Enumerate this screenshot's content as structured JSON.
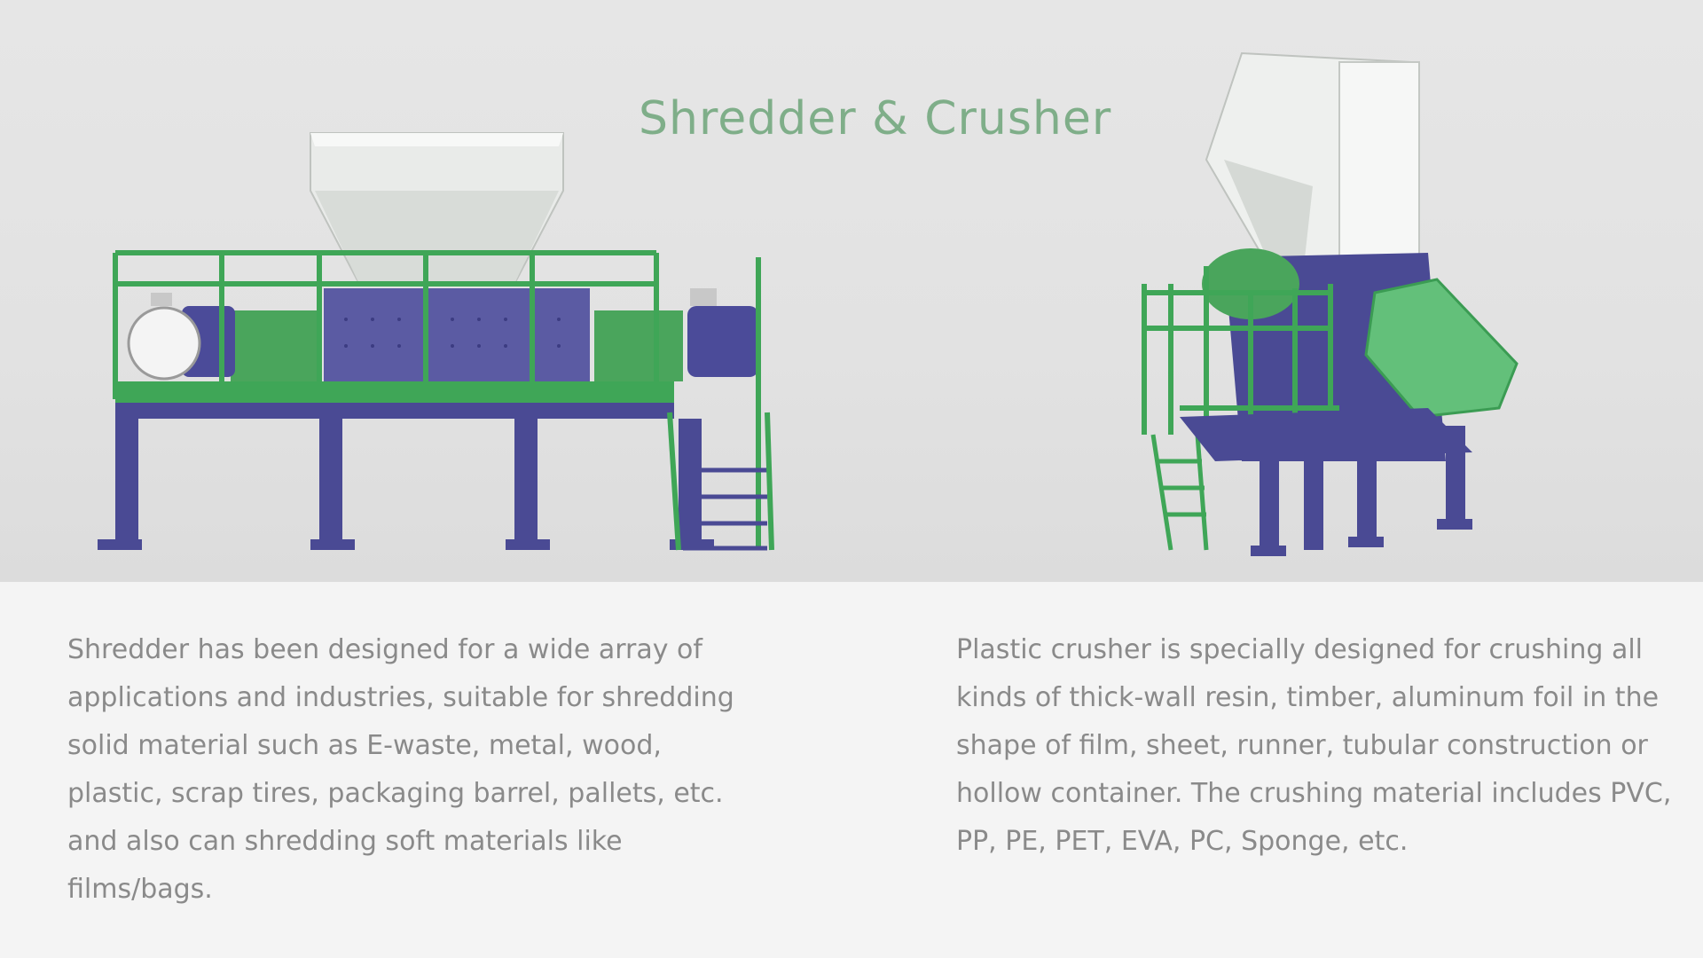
{
  "header": {
    "title": "Shredder & Crusher"
  },
  "products": [
    {
      "image_icon": "shredder-machine-icon",
      "description": "Shredder has been designed for a wide array of applications and industries, suitable for shredding solid material such as E-waste, metal, wood, plastic, scrap tires, packaging barrel, pallets, etc. and also can shredding soft materials like films/bags."
    },
    {
      "image_icon": "crusher-machine-icon",
      "description": "Plastic crusher is specially designed for crushing all kinds of thick-wall resin, timber, aluminum foil in the shape of film, sheet, runner, tubular construction or hollow container. The crushing material includes PVC, PP, PE, PET, EVA, PC, Sponge, etc."
    }
  ],
  "colors": {
    "title_green": "#7fae89",
    "frame_navy": "#4a4a94",
    "rail_green": "#3fa657",
    "hopper_white": "#eef0ee",
    "text_gray": "#8a8a8a"
  }
}
